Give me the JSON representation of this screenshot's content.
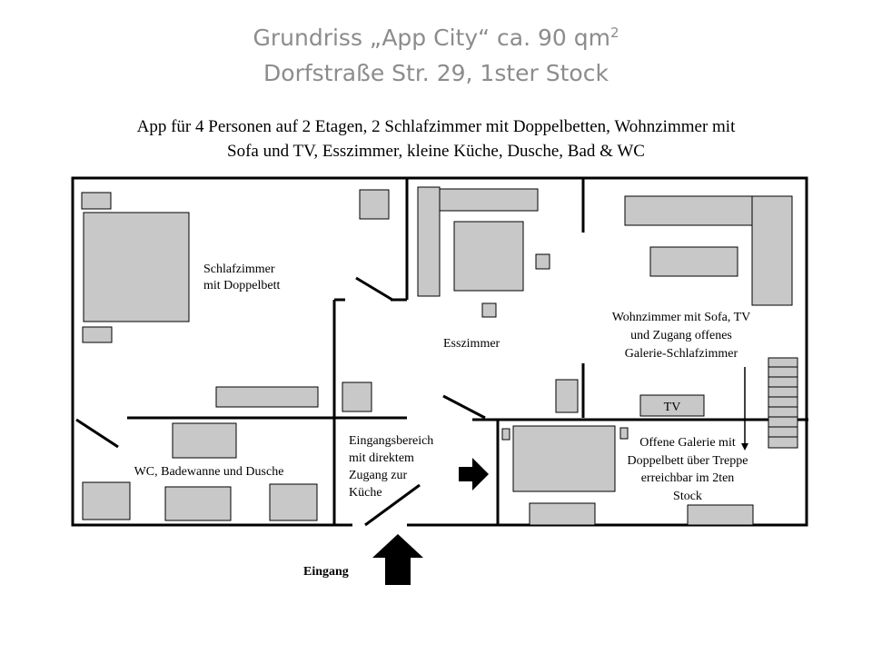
{
  "title": {
    "line1_main": "Grundriss „App City“ ca. 90 qm",
    "line1_sup": "2",
    "line2": "Dorfstraße Str. 29, 1ster Stock"
  },
  "description": {
    "line1": "App für 4 Personen auf 2 Etagen, 2 Schlafzimmer mit Doppelbetten, Wohnzimmer mit",
    "line2": "Sofa und TV, Esszimmer, kleine Küche, Dusche, Bad & WC"
  },
  "rooms": {
    "bedroom": {
      "line1": "Schlafzimmer",
      "line2": "mit Doppelbett"
    },
    "dining": {
      "label": "Esszimmer"
    },
    "living": {
      "line1": "Wohnzimmer mit Sofa, TV",
      "line2": "und Zugang offenes",
      "line3": "Galerie-Schlafzimmer"
    },
    "bath": {
      "label": "WC, Badewanne und Dusche"
    },
    "entry": {
      "line1": "Eingangsbereich",
      "line2": "mit direktem",
      "line3": "Zugang zur",
      "line4": "Küche"
    },
    "gallery": {
      "line1": "Offene Galerie mit",
      "line2": "Doppelbett über Treppe",
      "line3": "erreichbar im 2ten",
      "line4": "Stock"
    }
  },
  "furniture": {
    "tv_label": "TV"
  },
  "entrance": {
    "label": "Eingang"
  },
  "colors": {
    "furniture_fill": "#c8c8c8",
    "title_color": "#8c8c8c",
    "wall_color": "#000000"
  }
}
